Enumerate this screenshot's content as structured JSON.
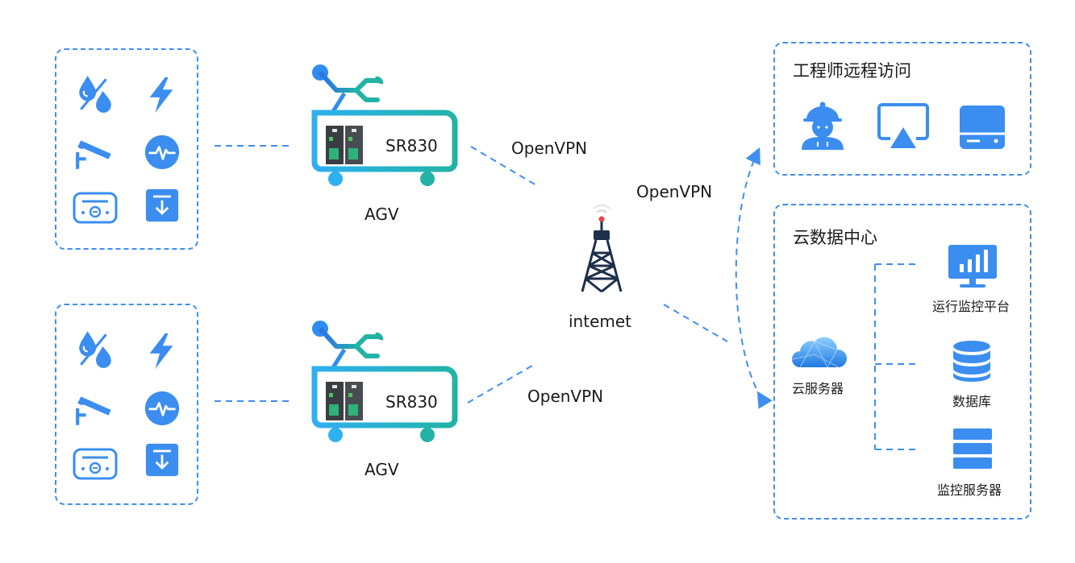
{
  "colors": {
    "accent": "#3f8ff0",
    "icon_blue": "#3b8ef0",
    "agv_teal": "#22b3a6",
    "agv_blue": "#2f7df0",
    "text": "#1a1a1a"
  },
  "agv_units": [
    {
      "device_label": "SR830",
      "caption": "AGV"
    },
    {
      "device_label": "SR830",
      "caption": "AGV"
    }
  ],
  "sensor_icons": [
    "water-fire-icon",
    "lightning-icon",
    "camera-icon",
    "pulse-icon",
    "meter-icon",
    "download-icon"
  ],
  "links": {
    "top_left": "OpenVPN",
    "bottom_left": "OpenVPN",
    "right": "OpenVPN"
  },
  "tower": {
    "label": "intemet"
  },
  "remote_access": {
    "title": "工程师远程访问",
    "icons": [
      "engineer-icon",
      "airplay-icon",
      "server-panel-icon"
    ]
  },
  "cloud_center": {
    "title": "云数据中心",
    "cloud_server": "云服务器",
    "items": [
      {
        "label": "运行监控平台",
        "icon": "monitor-chart-icon"
      },
      {
        "label": "数据库",
        "icon": "database-icon"
      },
      {
        "label": "监控服务器",
        "icon": "server-stack-icon"
      }
    ]
  }
}
